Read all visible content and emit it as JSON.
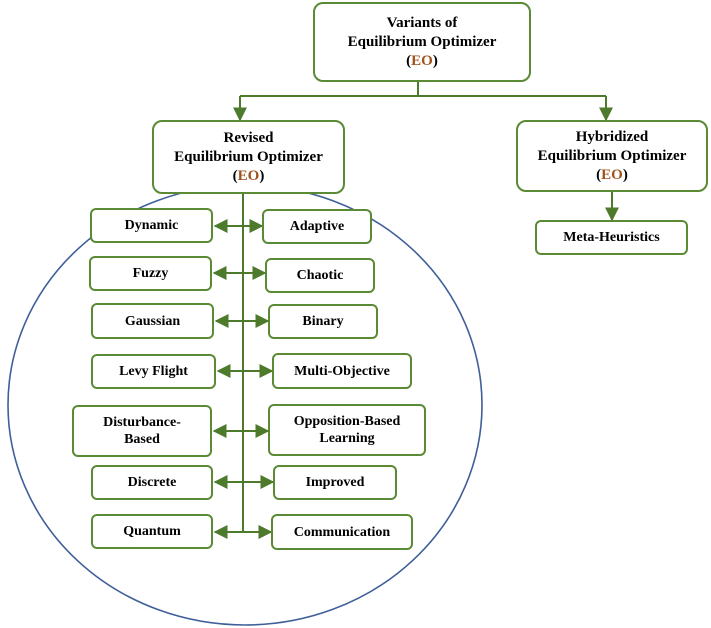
{
  "colors": {
    "box_border": "#5a8a34",
    "connector": "#4e7a2c",
    "ellipse": "#3f5f9a",
    "eo_accent": "#a0521d"
  },
  "root": {
    "line1": "Variants of",
    "line2": "Equilibrium Optimizer",
    "open": "(",
    "eo": "EO",
    "close": ")"
  },
  "revised": {
    "line1": "Revised",
    "line2": "Equilibrium Optimizer",
    "open": "(",
    "eo": "EO",
    "close": ")"
  },
  "hybrid": {
    "line1": "Hybridized",
    "line2": "Equilibrium Optimizer",
    "open": "(",
    "eo": "EO",
    "close": ")",
    "child": "Meta-Heuristics"
  },
  "left_items": [
    {
      "line1": "Dynamic",
      "line2": ""
    },
    {
      "line1": "Fuzzy",
      "line2": ""
    },
    {
      "line1": "Gaussian",
      "line2": ""
    },
    {
      "line1": "Levy Flight",
      "line2": ""
    },
    {
      "line1": "Disturbance-",
      "line2": "Based"
    },
    {
      "line1": "Discrete",
      "line2": ""
    },
    {
      "line1": "Quantum",
      "line2": ""
    }
  ],
  "right_items": [
    {
      "line1": "Adaptive",
      "line2": ""
    },
    {
      "line1": "Chaotic",
      "line2": ""
    },
    {
      "line1": "Binary",
      "line2": ""
    },
    {
      "line1": "Multi-Objective",
      "line2": ""
    },
    {
      "line1": "Opposition-Based",
      "line2": "Learning"
    },
    {
      "line1": "Improved",
      "line2": ""
    },
    {
      "line1": "Communication",
      "line2": ""
    }
  ]
}
